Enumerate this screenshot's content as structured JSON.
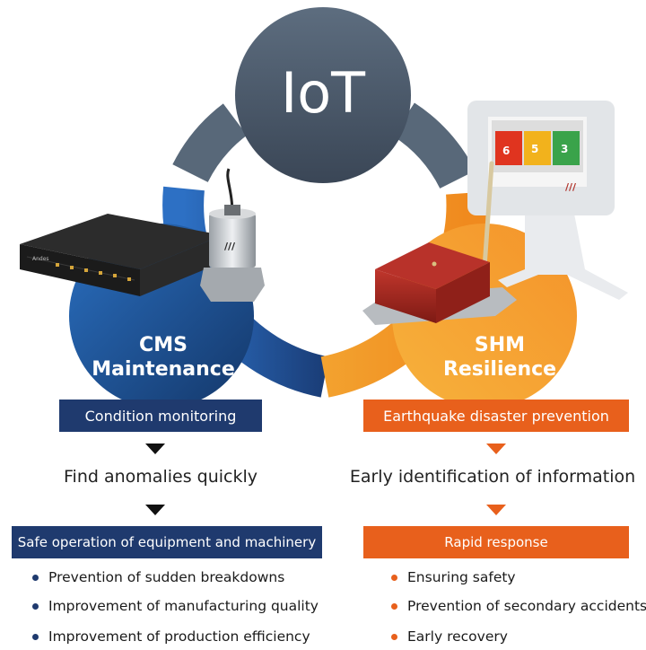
{
  "hub": {
    "label": "IoT"
  },
  "colors": {
    "hub": "#4a5a6c",
    "cms": "#1e4e8c",
    "shm": "#f08a1e",
    "navy_banner": "#1f3a6e",
    "orange_banner": "#e8601c",
    "cms_dot": "#1f3a6e",
    "shm_dot": "#e8601c"
  },
  "cms": {
    "title_line1": "CMS",
    "title_line2": "Maintenance",
    "banner": "Condition monitoring",
    "middle": "Find anomalies quickly",
    "result_banner": "Safe operation of equipment and machinery",
    "bullets": [
      "Prevention of sudden breakdowns",
      "Improvement of manufacturing quality",
      "Improvement of production efficiency"
    ]
  },
  "shm": {
    "title_line1": "SHM",
    "title_line2": "Resilience",
    "banner": "Earthquake disaster prevention",
    "middle": "Early identification of information",
    "result_banner": "Rapid response",
    "bullets": [
      "Ensuring safety",
      "Prevention of secondary accidents",
      "Early recovery"
    ]
  },
  "device_icons": [
    "data-logger-device",
    "vibration-sensor-icon",
    "seismic-sensor-box",
    "monitor-display-icon"
  ]
}
